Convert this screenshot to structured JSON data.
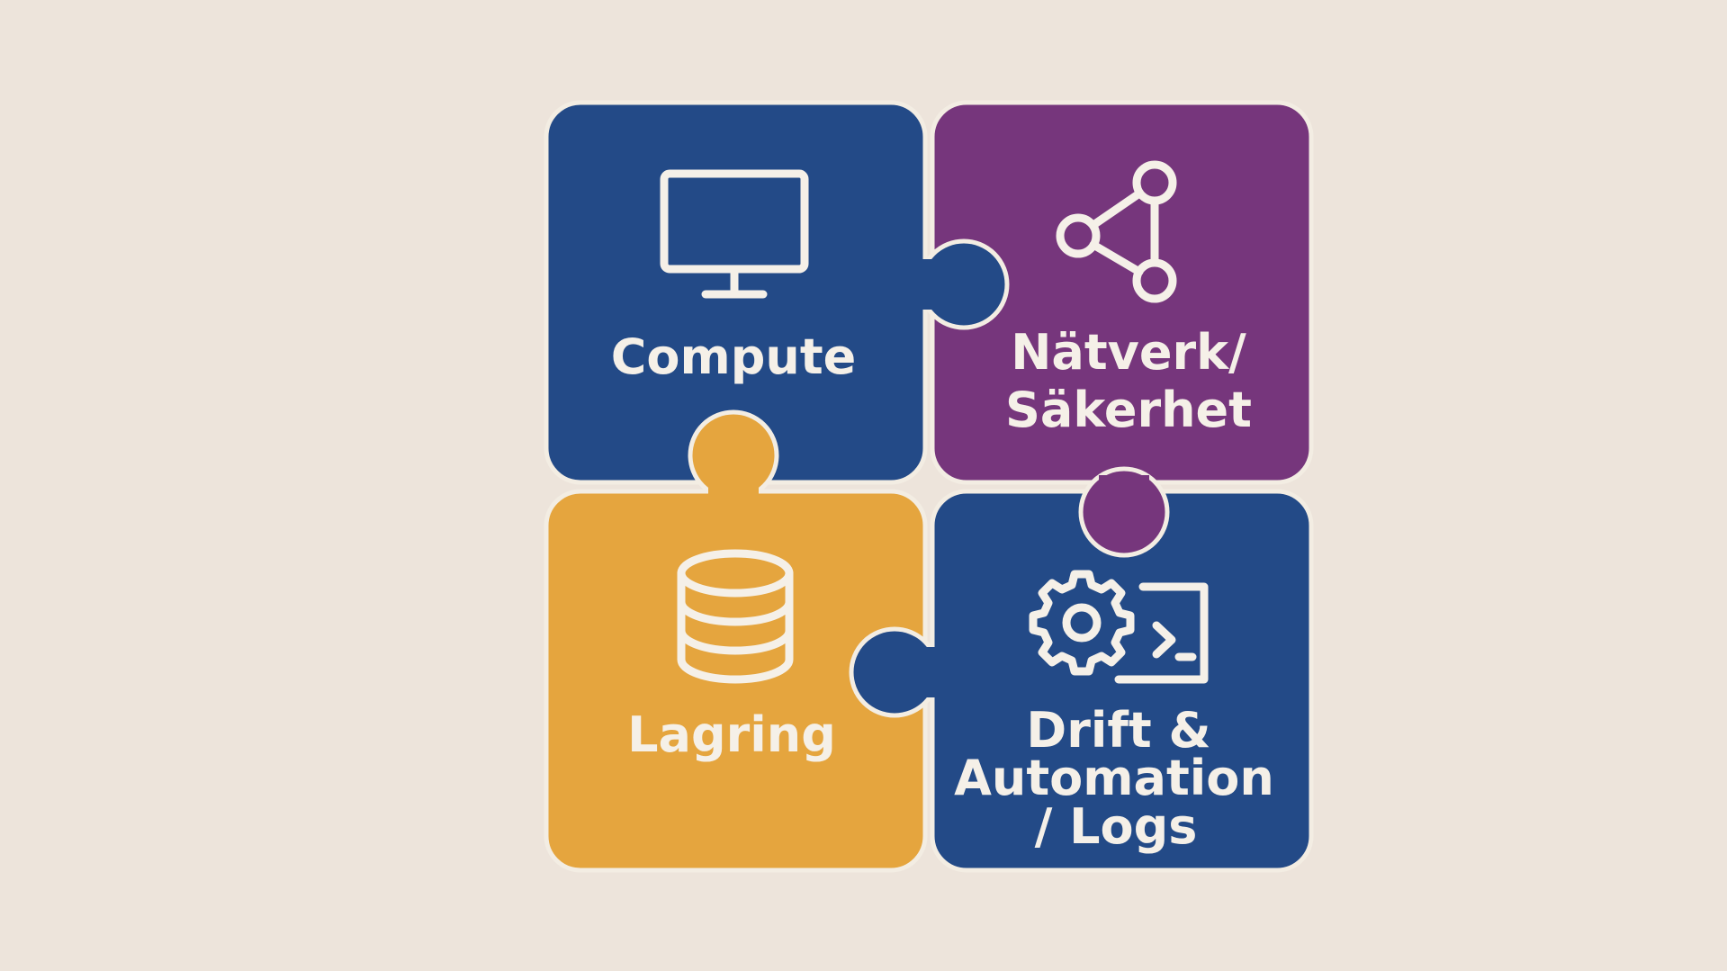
{
  "colors": {
    "background": "#ede4db",
    "compute": "#234a87",
    "network": "#76367c",
    "storage": "#e5a53e",
    "ops": "#234a87",
    "outline": "#f3ede3"
  },
  "pieces": {
    "compute": {
      "icon": "monitor-icon",
      "lines": [
        "Compute"
      ]
    },
    "network": {
      "icon": "network-nodes-icon",
      "lines": [
        "Nätverk/",
        "Säkerhet"
      ]
    },
    "storage": {
      "icon": "database-icon",
      "lines": [
        "Lagring"
      ]
    },
    "ops": {
      "icon": "gear-terminal-icon",
      "lines": [
        "Drift &",
        "Automation",
        "/ Logs"
      ]
    }
  }
}
